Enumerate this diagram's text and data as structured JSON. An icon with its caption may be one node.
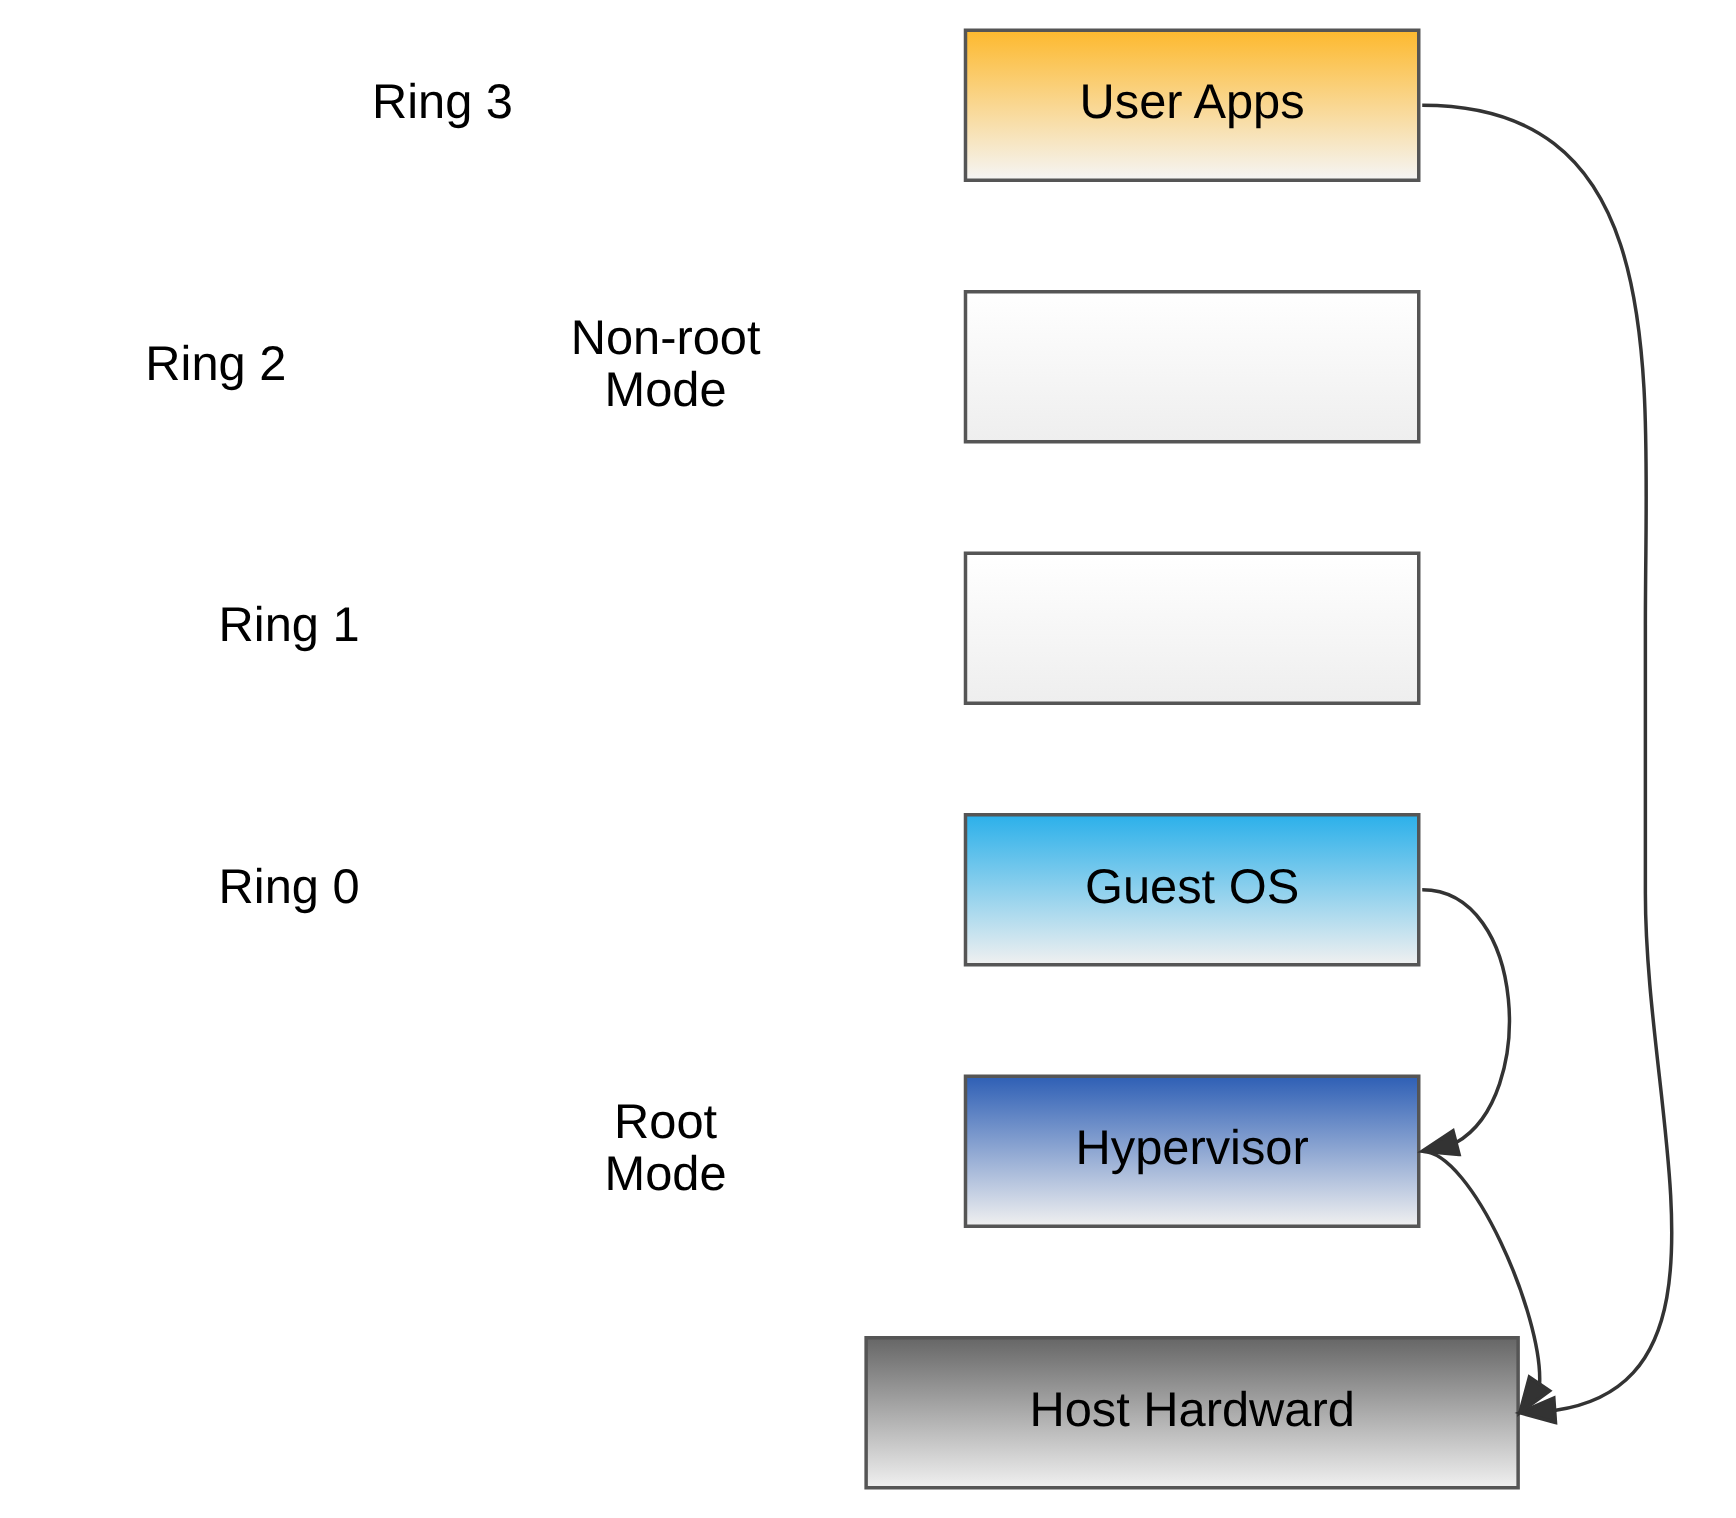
{
  "diagram": {
    "nodes": [
      {
        "text": [
          "User Apps"
        ]
      },
      {
        "text": [],
        "shape": "box"
      },
      {
        "text": [],
        "shape": "box"
      },
      {
        "text": [
          "Guest OS"
        ]
      },
      {
        "text": [
          "Hypervisor"
        ]
      },
      {
        "text": [
          "Host Hardward"
        ]
      }
    ],
    "edges": [
      {
        "from": 0,
        "to": 5,
        "arrow": "to"
      },
      {
        "from": 3,
        "to": 4,
        "arrow": "to"
      },
      {
        "from": 4,
        "to": 5,
        "arrow": "to"
      }
    ],
    "labels": [
      "Ring 3",
      "Ring 2",
      "Non-root Mode",
      "Ring 1",
      "Ring 0",
      "Root Mode"
    ]
  }
}
